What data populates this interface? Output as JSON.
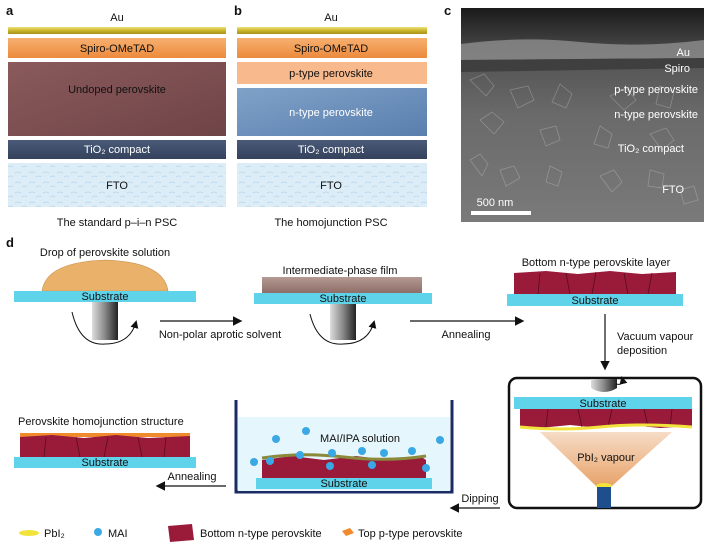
{
  "panels": {
    "a": {
      "letter": "a",
      "layers": {
        "au": "Au",
        "spiro": "Spiro-OMeTAD",
        "perovskite": "Undoped perovskite",
        "tio2": "TiO₂ compact",
        "fto": "FTO"
      },
      "caption": "The standard p–i–n PSC"
    },
    "b": {
      "letter": "b",
      "layers": {
        "au": "Au",
        "spiro": "Spiro-OMeTAD",
        "p_type": "p-type perovskite",
        "n_type": "n-type perovskite",
        "tio2": "TiO₂ compact",
        "fto": "FTO"
      },
      "caption": "The homojunction PSC"
    },
    "c": {
      "letter": "c",
      "labels": {
        "au": "Au",
        "spiro": "Spiro",
        "p_type": "p-type perovskite",
        "n_type": "n-type perovskite",
        "tio2": "TiO₂ compact",
        "fto": "FTO"
      },
      "scale_bar": "500 nm"
    },
    "d": {
      "letter": "d",
      "steps": {
        "drop": "Drop of perovskite solution",
        "substrate": "Substrate",
        "solvent": "Non-polar aprotic solvent",
        "intermediate": "Intermediate-phase film",
        "annealing": "Annealing",
        "bottom_layer": "Bottom n-type perovskite layer",
        "vacuum": "Vacuum vapour",
        "deposition": "deposition",
        "pbi2_vapour": "PbI₂ vapour",
        "dipping": "Dipping",
        "solution": "MAI/IPA solution",
        "homojunction": "Perovskite homojunction structure"
      },
      "legend": [
        "PbI₂",
        "MAI",
        "Bottom n-type perovskite",
        "Top p-type perovskite"
      ]
    }
  },
  "colors": {
    "au": "#c9b52c",
    "spiro": "#f39a4f",
    "undoped": "#7d4e51",
    "p_type": "#f8b98c",
    "n_type": "#6b8fb8",
    "tio2": "#3e4d6a",
    "fto": "#d8ebf7",
    "substrate": "#5fd3ea",
    "perovskite_red": "#9a1a3a",
    "droplet": "#e9b16a",
    "pbi2": "#f2e33c",
    "mai": "#3aa8e4",
    "top_p": "#f08a2d"
  }
}
